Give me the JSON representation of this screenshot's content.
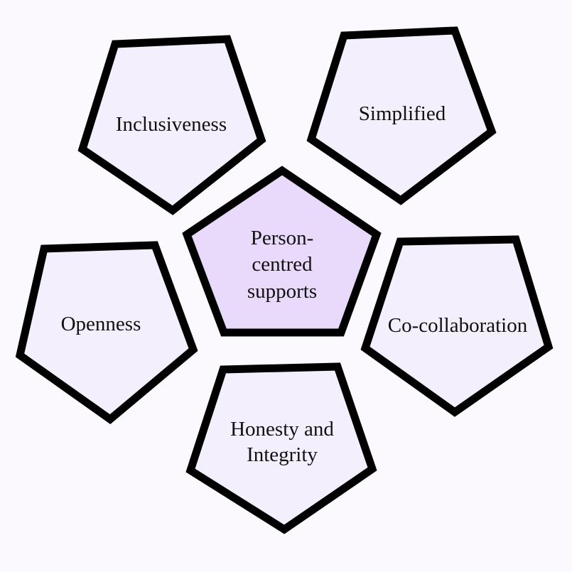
{
  "colors": {
    "background": "#fbf9fd",
    "center_fill": "#e9d9fb",
    "outer_fill": "#f4effd",
    "outline": "#000000"
  },
  "center": {
    "line1": "Person-",
    "line2": "centred",
    "line3": "supports"
  },
  "values": {
    "inclusiveness": "Inclusiveness",
    "simplified": "Simplified",
    "openness": "Openness",
    "co_collaboration": "Co-collaboration",
    "honesty_line1": "Honesty and",
    "honesty_line2": "Integrity"
  }
}
